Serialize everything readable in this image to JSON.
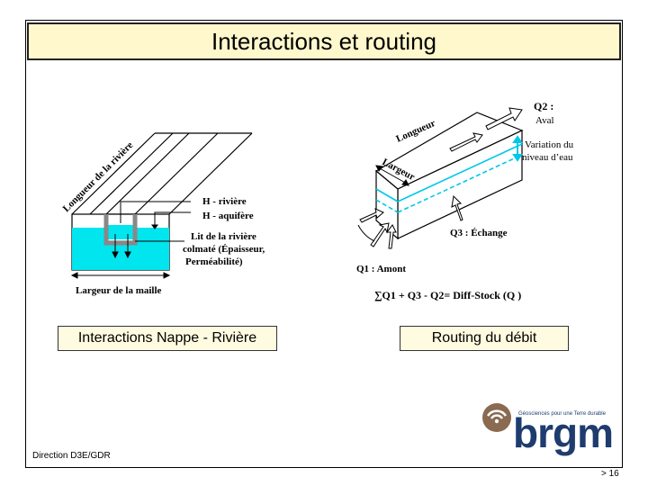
{
  "slide": {
    "title": "Interactions et routing",
    "page_number": "> 16",
    "footer": "Direction D3E/GDR"
  },
  "left_diagram": {
    "caption": "Interactions Nappe - Rivière",
    "river_length_label": "Longueur de la rivière",
    "h_river_label": "H - rivière",
    "h_aquifer_label": "H - aquifère",
    "bed_label_line1": "Lit de la rivière",
    "bed_label_line2": "colmaté (Épaisseur,",
    "bed_label_line3": "Perméabilité)",
    "mesh_width_label": "Largeur de la maille",
    "water_color": "#00e5ee"
  },
  "right_diagram": {
    "caption": "Routing du débit",
    "length_label": "Longueur",
    "width_label": "Largeur",
    "q2_label": "Q2 :",
    "q2_sub": "Aval",
    "variation_line1": "Variation du",
    "variation_line2": "niveau d’eau",
    "q3_label": "Q3 : Échange",
    "q1_label": "Q1 : Amont",
    "equation": "∑Q1 + Q3 - Q2= Diff-Stock (Q )",
    "water_color": "#00c8e8"
  },
  "logo": {
    "tagline": "Géosciences pour une Terre durable",
    "name": "brgm",
    "brand_color": "#1e3c6e",
    "accent_color": "#8a6a50"
  }
}
